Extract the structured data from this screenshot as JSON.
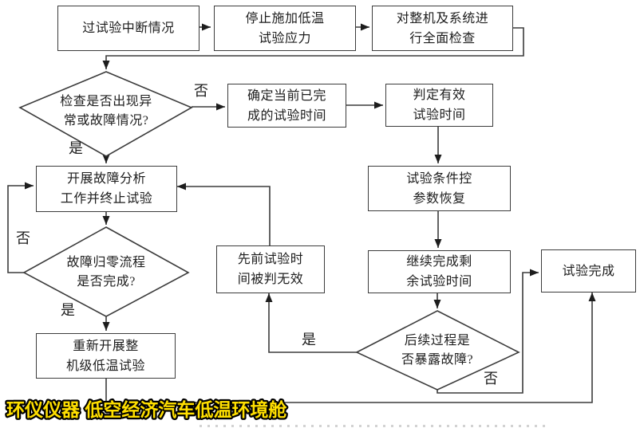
{
  "flowchart": {
    "boxes": {
      "interrupt": {
        "line1": "过试验中断情况"
      },
      "stop_stress": {
        "line1": "停止施加低温",
        "line2": "试验应力"
      },
      "inspect": {
        "line1": "对整机及系统进",
        "line2": "行全面检查"
      },
      "confirm_time": {
        "line1": "确定当前已完",
        "line2": "成的试验时间"
      },
      "valid_time": {
        "line1": "判定有效",
        "line2": "试验时间"
      },
      "restore": {
        "line1": "试验条件控",
        "line2": "参数恢复"
      },
      "continue_test": {
        "line1": "继续完成剩",
        "line2": "余试验时间"
      },
      "fault_analysis": {
        "line1": "开展故障分析",
        "line2": "工作并终止试验"
      },
      "invalid_time": {
        "line1": "先前试验时",
        "line2": "间被判无效"
      },
      "restart": {
        "line1": "重新开展整",
        "line2": "机级低温试验"
      },
      "complete": {
        "line1": "试验完成"
      }
    },
    "diamonds": {
      "check_abnormal": {
        "line1": "检查是否出现异",
        "line2": "常或故障情况?"
      },
      "fault_zeroing": {
        "line1": "故障归零流程",
        "line2": "是否完成?"
      },
      "expose_fault": {
        "line1": "后续过程是",
        "line2": "否暴露故障?"
      }
    },
    "labels": {
      "d1_no": "否",
      "d1_yes": "是",
      "d2_no": "否",
      "d2_yes": "是",
      "d3_yes": "是",
      "d3_no": "否"
    }
  },
  "banner": {
    "text": "环仪仪器 低空经济汽车低温环境舱",
    "fill_color": "#ffdf00",
    "outline_color": "#000000"
  },
  "colors": {
    "line": "#3c3c3c",
    "background": "#ffffff"
  }
}
